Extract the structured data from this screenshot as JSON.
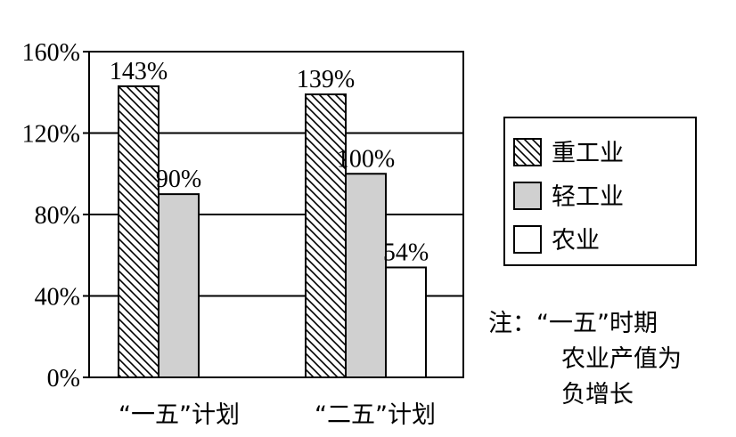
{
  "chart_data": {
    "type": "bar",
    "categories": [
      "“一五”计划",
      "“二五”计划"
    ],
    "series": [
      {
        "name": "重工业",
        "values": [
          143,
          139
        ],
        "labels": [
          "143%",
          "139%"
        ],
        "fill": "hatch"
      },
      {
        "name": "轻工业",
        "values": [
          90,
          100
        ],
        "labels": [
          "90%",
          "100%"
        ],
        "fill": "#d0d0d0"
      },
      {
        "name": "农业",
        "values": [
          null,
          54
        ],
        "labels": [
          "",
          "54%"
        ],
        "fill": "#ffffff"
      }
    ],
    "yticks": [
      "0%",
      "40%",
      "80%",
      "120%",
      "160%"
    ],
    "ylim": [
      0,
      160
    ],
    "grid": true,
    "legend_position": "right"
  },
  "note": {
    "line1": "注：“一五”时期",
    "line2": "农业产值为",
    "line3": "负增长"
  }
}
